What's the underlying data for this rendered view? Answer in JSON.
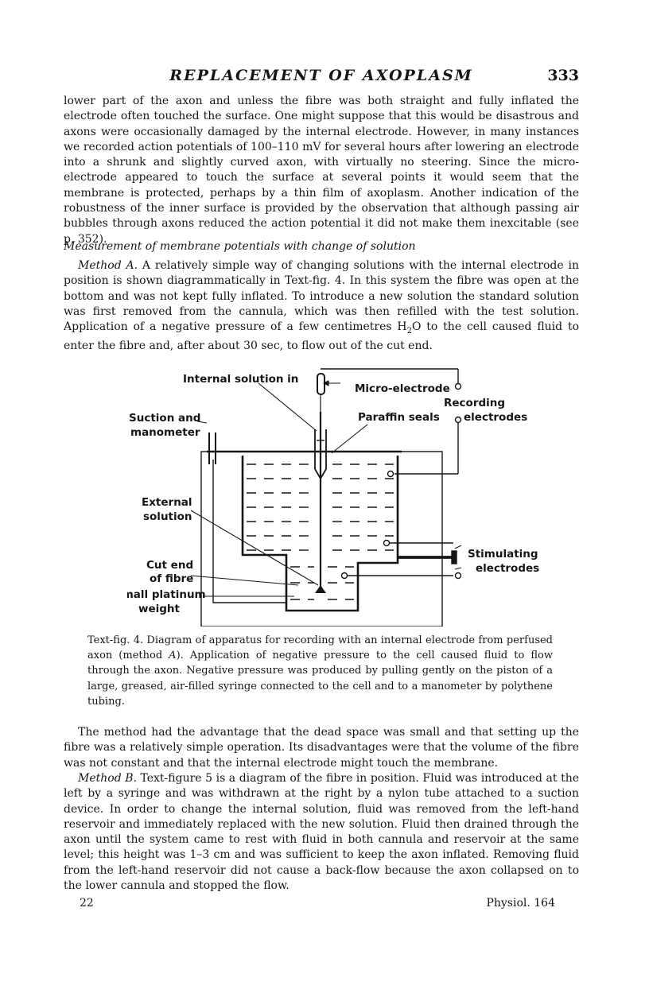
{
  "header": {
    "running_title": "REPLACEMENT OF AXOPLASM",
    "page_number": "333"
  },
  "para_1": "lower part of the axon and unless the fibre was both straight and fully inflated the electrode often touched the surface. One might suppose that this would be disastrous and axons were occasionally damaged by the internal electrode. However, in many instances we recorded action potentials of 100–110 mV for several hours after lowering an electrode into a shrunk and slightly curved axon, with virtually no steering. Since the micro-electrode appeared to touch the surface at several points it would seem that the membrane is protected, perhaps by a thin film of axoplasm. Another indication of the robustness of the inner surface is provided by the observation that although passing air bubbles through axons reduced the action potential it did not make them inexcitable (see p. 352).",
  "subheading": "Measurement of membrane potentials with change of solution",
  "method_a": {
    "label": "Method A.",
    "text_1": " A relatively simple way of changing solutions with the internal electrode in position is shown diagrammatically in Text-fig. 4. In this system the fibre was open at the bottom and was not kept fully inflated. To introduce a new solution the standard solution was first removed from the cannula, which was then refilled with the test solution. Application of a negative pressure of a few centimetres H",
    "subscript": "2",
    "text_2": "O to the cell caused fluid to enter the fibre and, after about 30 sec, to flow out of the cut end."
  },
  "figure": {
    "labels": {
      "internal_solution_in": "Internal solution in",
      "micro_electrode": "Micro-electrode",
      "recording": "Recording",
      "electrodes": "electrodes",
      "suction_and": "Suction and",
      "manometer": "manometer",
      "paraffin_seals": "Paraffin seals",
      "external": "External",
      "solution": "solution",
      "stimulating": "Stimulating",
      "stim_electrodes": "electrodes",
      "cut_end": "Cut end",
      "of_fibre": "of fibre",
      "small_platinum": "Small platinum",
      "weight": "weight"
    }
  },
  "caption": {
    "prefix": "Text-fig. 4. Diagram of apparatus for recording with an internal electrode from perfused axon (method ",
    "method_letter": "A",
    "suffix": "). Application of negative pressure to the cell caused fluid to flow through the axon. Negative pressure was produced by pulling gently on the piston of a large, greased, air-filled syringe connected to the cell and to a manometer by polythene tubing."
  },
  "para_2": "The method had the advantage that the dead space was small and that setting up the fibre was a relatively simple operation. Its disadvantages were that the volume of the fibre was not constant and that the internal electrode might touch the membrane.",
  "method_b": {
    "label": "Method B.",
    "text": " Text-figure 5 is a diagram of the fibre in position. Fluid was introduced at the left by a syringe and was withdrawn at the right by a nylon tube attached to a suction device. In order to change the internal solution, fluid was removed from the left-hand reservoir and immediately replaced with the new solution. Fluid then drained through the axon until the system came to rest with fluid in both cannula and reservoir at the same level; this height was 1–3 cm and was sufficient to keep the axon inflated. Removing fluid from the left-hand reservoir did not cause a back-flow because the axon collapsed on to the lower cannula and stopped the flow."
  },
  "footer": {
    "signature": "22",
    "journal": "Physiol. 164"
  }
}
